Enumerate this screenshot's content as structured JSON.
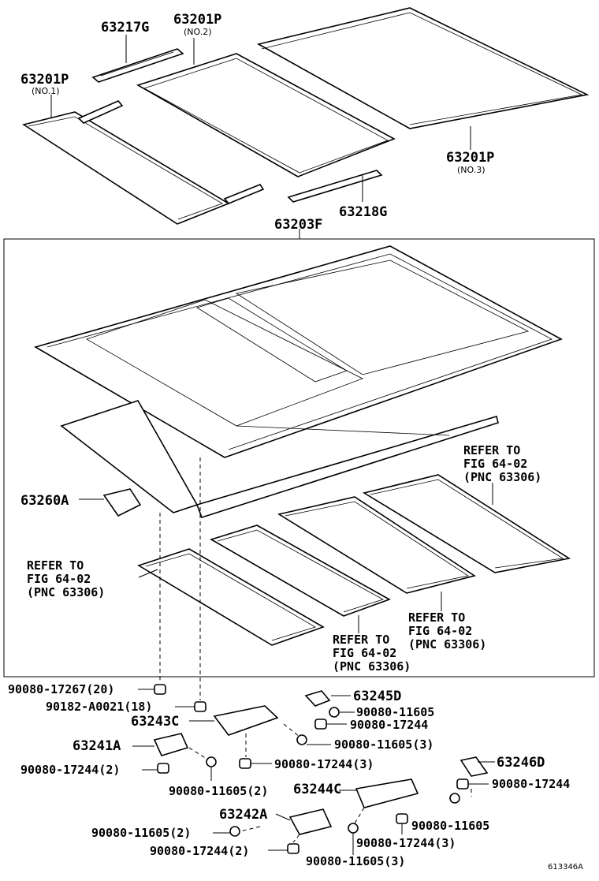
{
  "labels": {
    "p63217G": "63217G",
    "p63201P_no2": "63201P",
    "p63201P_no2_sub": "(NO.2)",
    "p63201P_no1": "63201P",
    "p63201P_no1_sub": "(NO.1)",
    "p63201P_no3": "63201P",
    "p63201P_no3_sub": "(NO.3)",
    "p63218G": "63218G",
    "p63203F": "63203F",
    "p63260A": "63260A",
    "p63245D": "63245D",
    "p63243C": "63243C",
    "p63241A": "63241A",
    "p63246D": "63246D",
    "p63244C": "63244C",
    "p63242A": "63242A"
  },
  "refers": [
    {
      "l1": "REFER TO",
      "l2": "FIG 64-02",
      "l3": "(PNC 63306)"
    },
    {
      "l1": "REFER TO",
      "l2": "FIG 64-02",
      "l3": "(PNC 63306)"
    },
    {
      "l1": "REFER TO",
      "l2": "FIG 64-02",
      "l3": "(PNC 63306)"
    },
    {
      "l1": "REFER TO",
      "l2": "FIG 64-02",
      "l3": "(PNC 63306)"
    }
  ],
  "fasteners": {
    "f1": "90080-17267(20)",
    "f2": "90182-A0021(18)",
    "f3": "90080-11605",
    "f4": "90080-17244",
    "f5": "90080-11605(3)",
    "f6": "90080-17244(2)",
    "f7": "90080-17244(3)",
    "f8": "90080-11605(2)",
    "f9": "90080-17244",
    "f10": "90080-11605",
    "f11": "90080-11605(2)",
    "f12": "90080-17244(3)",
    "f13": "90080-17244(2)",
    "f14": "90080-11605(3)"
  },
  "figure_id": "613346A"
}
